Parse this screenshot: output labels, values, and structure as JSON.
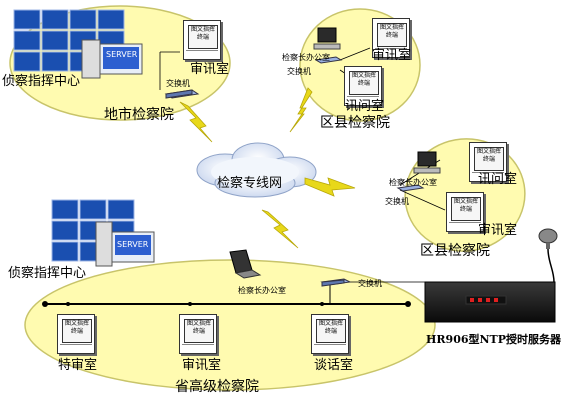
{
  "terminal_text": "图文指挥终端",
  "city": {
    "command_center": "侦察指挥中心",
    "server": "SERVER",
    "switch": "交换机",
    "interrogation_room": "审讯室",
    "name": "地市检察院"
  },
  "county_top": {
    "chief_office": "检察长办公室",
    "switch": "交换机",
    "interrogation_room": "审讯室",
    "questioning_room": "讯问室",
    "name": "区县检察院"
  },
  "county_right": {
    "chief_office": "检察长办公室",
    "switch": "交换机",
    "questioning_room": "讯问室",
    "interrogation_room": "审讯室",
    "name": "区县检察院"
  },
  "network": {
    "label": "检察专线网"
  },
  "province": {
    "command_center": "侦察指挥中心",
    "server": "SERVER",
    "chief_office": "检察长办公室",
    "switch": "交换机",
    "rooms": [
      "特审室",
      "审讯室",
      "谈话室"
    ],
    "name": "省高级检察院"
  },
  "ntp_server": {
    "label": "HR906型NTP授时服务器"
  },
  "colors": {
    "ellipse_fill": "#fffbb0",
    "ellipse_stroke": "#c8c46a",
    "lightning": "#e8d81a",
    "screen_blue": "#1a4fb0",
    "ntp_box": "#1a1a1a"
  }
}
